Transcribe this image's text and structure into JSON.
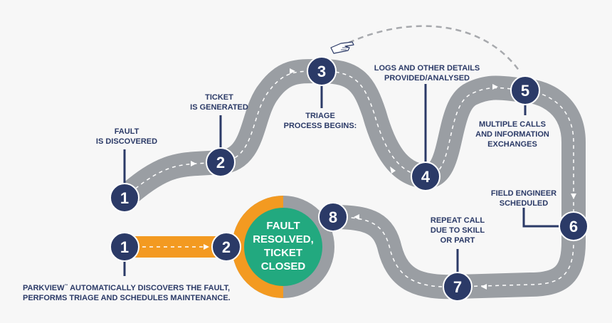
{
  "colors": {
    "road": "#9a9ea3",
    "road_dash": "#ffffff",
    "marker": "#2b3a67",
    "label": "#2b3a67",
    "orange": "#f39a21",
    "green": "#22a97f",
    "background": "#f7f7f7"
  },
  "steps": [
    {
      "number": "1",
      "label_lines": [
        "FAULT",
        "IS DISCOVERED"
      ]
    },
    {
      "number": "2",
      "label_lines": [
        "TICKET",
        "IS GENERATED"
      ]
    },
    {
      "number": "3",
      "label_lines": [
        "TRIAGE",
        "PROCESS BEGINS:"
      ]
    },
    {
      "number": "4",
      "label_lines": [
        "LOGS AND OTHER DETAILS",
        "PROVIDED/ANALYSED"
      ]
    },
    {
      "number": "5",
      "label_lines": [
        "MULTIPLE CALLS",
        "AND INFORMATION",
        "EXCHANGES"
      ]
    },
    {
      "number": "6",
      "label_lines": [
        "FIELD ENGINEER",
        "SCHEDULED"
      ]
    },
    {
      "number": "7",
      "label_lines": [
        "REPEAT CALL",
        "DUE TO SKILL",
        "OR PART"
      ]
    },
    {
      "number": "8",
      "label_lines": []
    }
  ],
  "shortcut": {
    "start_number": "1",
    "end_number": "2",
    "caption_line1_brand": "PARKVIEW",
    "caption_line1_tm": "™",
    "caption_line1_rest": " AUTOMATICALLY DISCOVERS THE FAULT,",
    "caption_line2": "PERFORMS TRIAGE AND SCHEDULES MAINTENANCE."
  },
  "result": {
    "lines": [
      "FAULT",
      "RESOLVED,",
      "TICKET",
      "CLOSED"
    ]
  },
  "icons": {
    "pointer": "pointing-hand-icon"
  }
}
